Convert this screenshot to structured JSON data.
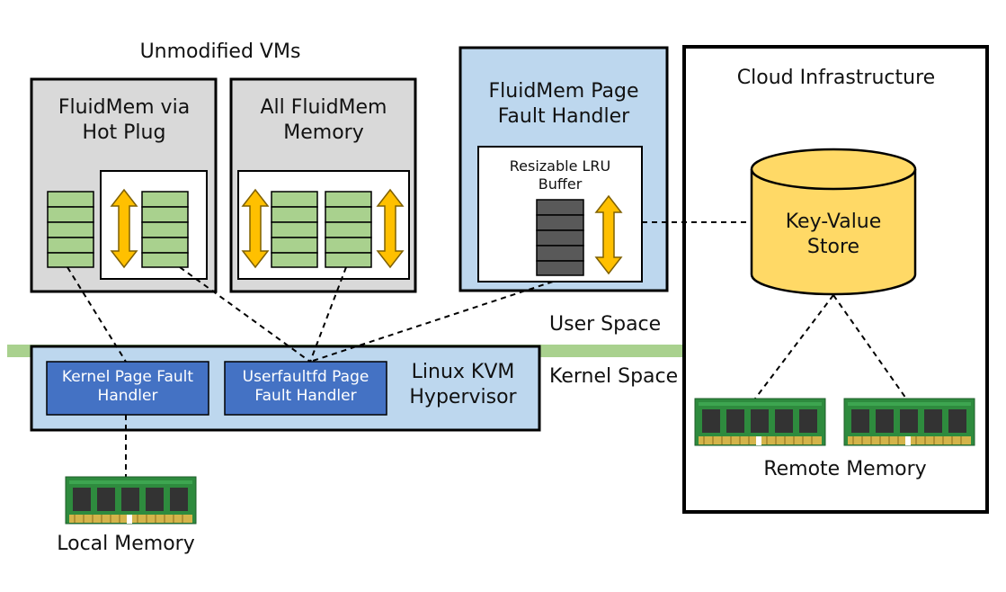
{
  "labels": {
    "unmodified_vms": "Unmodified VMs",
    "vm1_line1": "FluidMem via",
    "vm1_line2": "Hot Plug",
    "vm2_line1": "All FluidMem",
    "vm2_line2": "Memory",
    "handler_line1": "FluidMem Page",
    "handler_line2": "Fault Handler",
    "lru_line1": "Resizable LRU",
    "lru_line2": "Buffer",
    "cloud": "Cloud Infrastructure",
    "kv_line1": "Key-Value",
    "kv_line2": "Store",
    "user_space": "User Space",
    "kernel_space": "Kernel Space",
    "hypervisor_line1": "Linux KVM",
    "hypervisor_line2": "Hypervisor",
    "kernel_pf_line1": "Kernel Page Fault",
    "kernel_pf_line2": "Handler",
    "ufd_line1": "Userfaultfd Page",
    "ufd_line2": "Fault Handler",
    "remote_memory": "Remote Memory",
    "local_memory": "Local Memory"
  },
  "colors": {
    "vm_fill": "#d9d9d9",
    "handler_fill": "#bdd7ee",
    "hypervisor_fill": "#bdd7ee",
    "blue_box": "#4472c4",
    "page_green": "#a9d18e",
    "page_gray": "#595959",
    "arrow_orange": "#ffc000",
    "arrow_outline": "#7f6000",
    "kv_fill": "#ffd966",
    "divider_green": "#a9d18e",
    "ram_pcb": "#2e8b3e",
    "ram_gold": "#d4b44a"
  }
}
